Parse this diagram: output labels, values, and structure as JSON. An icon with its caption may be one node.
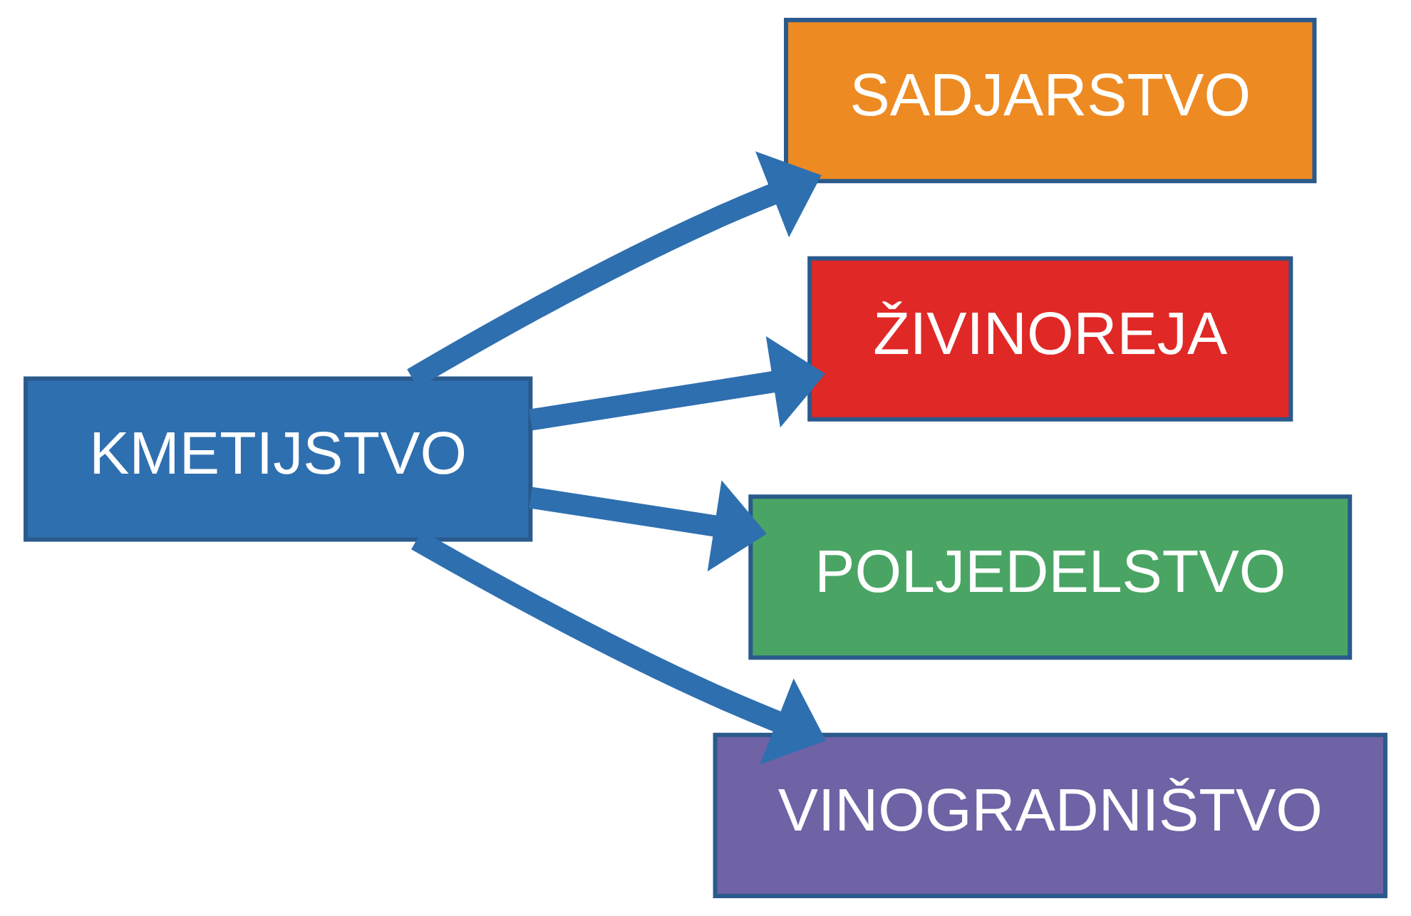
{
  "diagram": {
    "nodes": [
      {
        "text": [
          "KMETIJSTVO"
        ]
      },
      {
        "text": [
          "SADJARSTVO"
        ]
      },
      {
        "text": [
          "ŽIVINOREJA"
        ]
      },
      {
        "text": [
          "POLJEDELSTVO"
        ]
      },
      {
        "text": [
          "VINOGRADNIŠTVO"
        ]
      }
    ],
    "edges": [
      {
        "from": 0,
        "to": 1,
        "arrow": "to"
      },
      {
        "from": 0,
        "to": 2,
        "arrow": "to"
      },
      {
        "from": 0,
        "to": 3,
        "arrow": "to"
      },
      {
        "from": 0,
        "to": 4,
        "arrow": "to"
      }
    ]
  }
}
